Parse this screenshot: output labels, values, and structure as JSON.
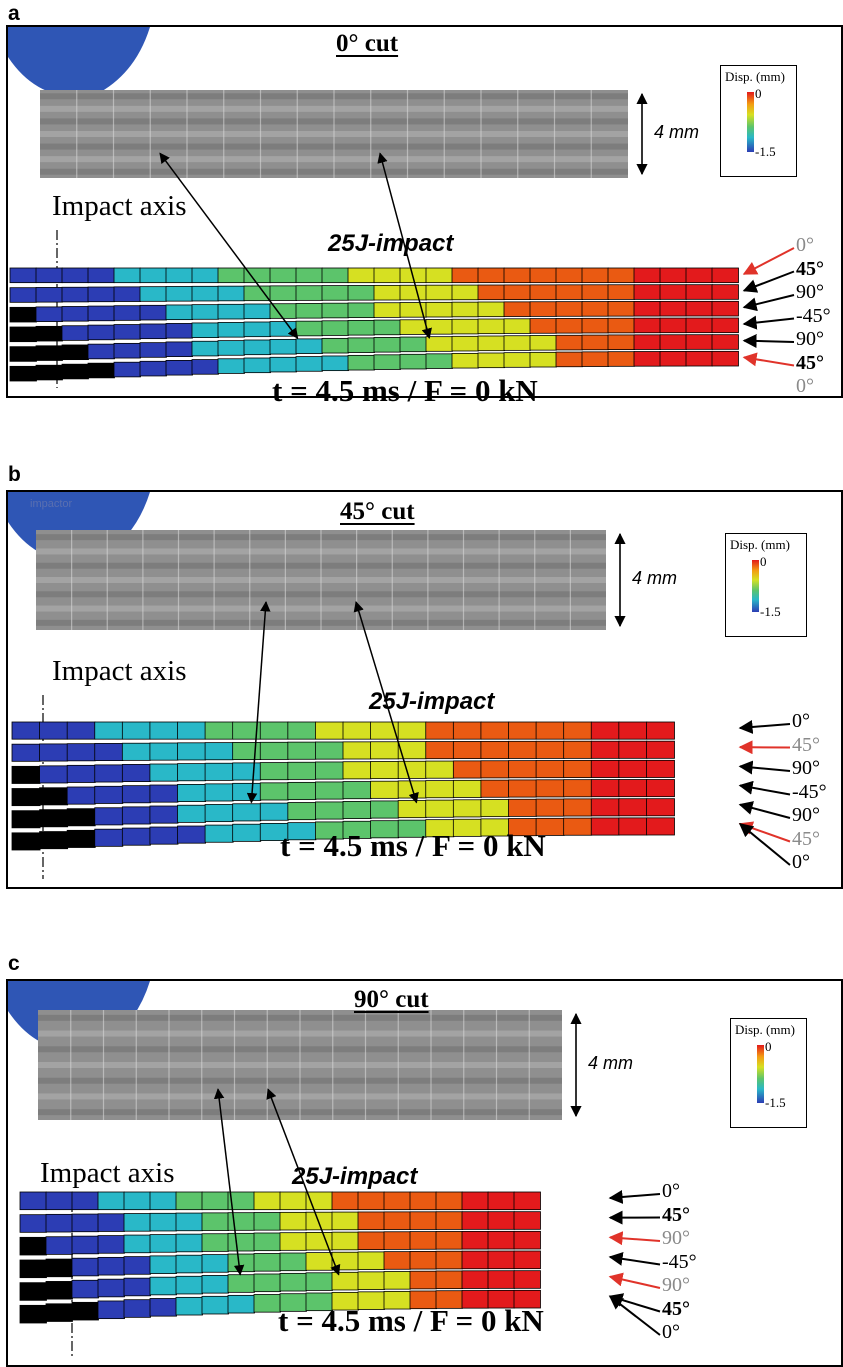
{
  "panels": [
    {
      "letter": "a",
      "cut": "0° cut",
      "thickness": "4 mm",
      "legend": {
        "title": "Disp. (mm)",
        "max": "0",
        "min": "-1.5"
      },
      "impact_axis": "Impact axis",
      "impact": "25J-impact",
      "time": "t = 4.5 ms / F = 0 kN",
      "impactor_label": "",
      "plies": [
        {
          "text": "0°",
          "style": "grey",
          "arrow": "red"
        },
        {
          "text": "45°",
          "style": "bold",
          "arrow": "black"
        },
        {
          "text": "90°",
          "style": "normal",
          "arrow": "black"
        },
        {
          "text": "-45°",
          "style": "normal",
          "arrow": "black"
        },
        {
          "text": "90°",
          "style": "normal",
          "arrow": "black"
        },
        {
          "text": "45°",
          "style": "bold",
          "arrow": "red"
        },
        {
          "text": "0°",
          "style": "grey",
          "arrow": "none"
        }
      ]
    },
    {
      "letter": "b",
      "cut": "45° cut",
      "thickness": "4 mm",
      "legend": {
        "title": "Disp. (mm)",
        "max": "0",
        "min": "-1.5"
      },
      "impact_axis": "Impact axis",
      "impact": "25J-impact",
      "time": "t = 4.5 ms / F = 0 kN",
      "impactor_label": "impactor",
      "plies": [
        {
          "text": "0°",
          "style": "normal",
          "arrow": "black"
        },
        {
          "text": "45°",
          "style": "grey",
          "arrow": "red"
        },
        {
          "text": "90°",
          "style": "normal",
          "arrow": "black"
        },
        {
          "text": "-45°",
          "style": "normal",
          "arrow": "black"
        },
        {
          "text": "90°",
          "style": "normal",
          "arrow": "black"
        },
        {
          "text": "45°",
          "style": "grey",
          "arrow": "red"
        },
        {
          "text": "0°",
          "style": "normal",
          "arrow": "black"
        }
      ]
    },
    {
      "letter": "c",
      "cut": "90° cut",
      "thickness": "4 mm",
      "legend": {
        "title": "Disp. (mm)",
        "max": "0",
        "min": "-1.5"
      },
      "impact_axis": "Impact axis",
      "impact": "25J-impact",
      "time": "t = 4.5 ms / F = 0 kN",
      "impactor_label": "",
      "plies": [
        {
          "text": "0°",
          "style": "normal",
          "arrow": "black"
        },
        {
          "text": "45°",
          "style": "bold",
          "arrow": "black"
        },
        {
          "text": "90°",
          "style": "grey",
          "arrow": "red"
        },
        {
          "text": "-45°",
          "style": "normal",
          "arrow": "black"
        },
        {
          "text": "90°",
          "style": "grey",
          "arrow": "red"
        },
        {
          "text": "45°",
          "style": "bold",
          "arrow": "black"
        },
        {
          "text": "0°",
          "style": "normal",
          "arrow": "black"
        }
      ]
    }
  ],
  "colors": {
    "impactor": "#2f56b5",
    "red": "#e31a1c",
    "orange": "#ea5a12",
    "yellow": "#d6e022",
    "green": "#5cc46b",
    "cyan": "#29b8c8",
    "blue": "#2c3db4",
    "arrow_red": "#e0332a"
  }
}
